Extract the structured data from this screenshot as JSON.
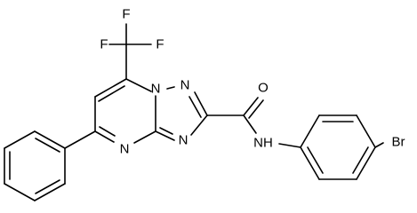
{
  "molecule": {
    "atoms": [
      {
        "id": "cf3-f-left",
        "label": "F"
      },
      {
        "id": "cf3-f-top",
        "label": "F"
      },
      {
        "id": "cf3-f-right",
        "label": "F"
      },
      {
        "id": "ring-n-bridge",
        "label": "N"
      },
      {
        "id": "ring-n-triazole-top",
        "label": "N"
      },
      {
        "id": "ring-n-triazole-bottom",
        "label": "N"
      },
      {
        "id": "ring-n-pyrimidine",
        "label": "N"
      },
      {
        "id": "carbonyl-o",
        "label": "O"
      },
      {
        "id": "amide-nh",
        "label": "NH"
      },
      {
        "id": "bromine",
        "label": "Br"
      }
    ]
  }
}
